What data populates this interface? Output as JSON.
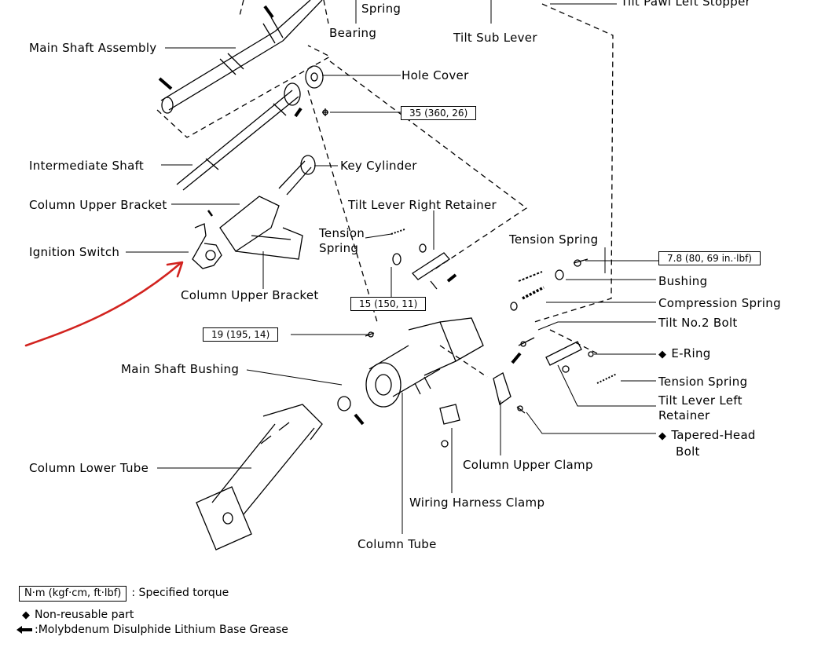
{
  "labels": {
    "spring": "Spring",
    "bearing": "Bearing",
    "tilt_sub_lever": "Tilt Sub Lever",
    "tilt_pawl_left_stopper": "Tilt Pawl Left Stopper",
    "main_shaft_assembly": "Main Shaft Assembly",
    "hole_cover": "Hole Cover",
    "intermediate_shaft": "Intermediate Shaft",
    "key_cylinder": "Key Cylinder",
    "column_upper_bracket_top": "Column Upper Bracket",
    "tilt_lever_right_retainer": "Tilt Lever Right Retainer",
    "tension_spring_left_1": "Tension",
    "tension_spring_left_2": "Spring",
    "tension_spring_right": "Tension Spring",
    "ignition_switch": "Ignition Switch",
    "column_upper_bracket_bottom": "Column Upper Bracket",
    "bushing": "Bushing",
    "compression_spring": "Compression Spring",
    "tilt_no2_bolt": "Tilt No.2 Bolt",
    "e_ring": "E-Ring",
    "tension_spring_lower": "Tension Spring",
    "tilt_lever_left_retainer_1": "Tilt Lever Left",
    "tilt_lever_left_retainer_2": "Retainer",
    "tapered_head_bolt_1": "Tapered-Head",
    "tapered_head_bolt_2": "Bolt",
    "main_shaft_bushing": "Main Shaft Bushing",
    "column_upper_clamp": "Column Upper Clamp",
    "column_lower_tube": "Column Lower Tube",
    "wiring_harness_clamp": "Wiring Harness Clamp",
    "column_tube": "Column Tube"
  },
  "torques": {
    "t35": "35 (360, 26)",
    "t78": "7.8 (80, 69 in.·lbf)",
    "t15": "15 (150, 11)",
    "t19": "19 (195, 14)"
  },
  "legend": {
    "torque_unit": "N·m (kgf·cm, ft·lbf)",
    "torque_desc": ": Specified torque",
    "nonreusable_symbol": "◆",
    "nonreusable": "Non-reusable part",
    "grease": ":Molybdenum Disulphide Lithium Base Grease"
  },
  "colors": {
    "annotation_arrow": "#d2231f"
  }
}
